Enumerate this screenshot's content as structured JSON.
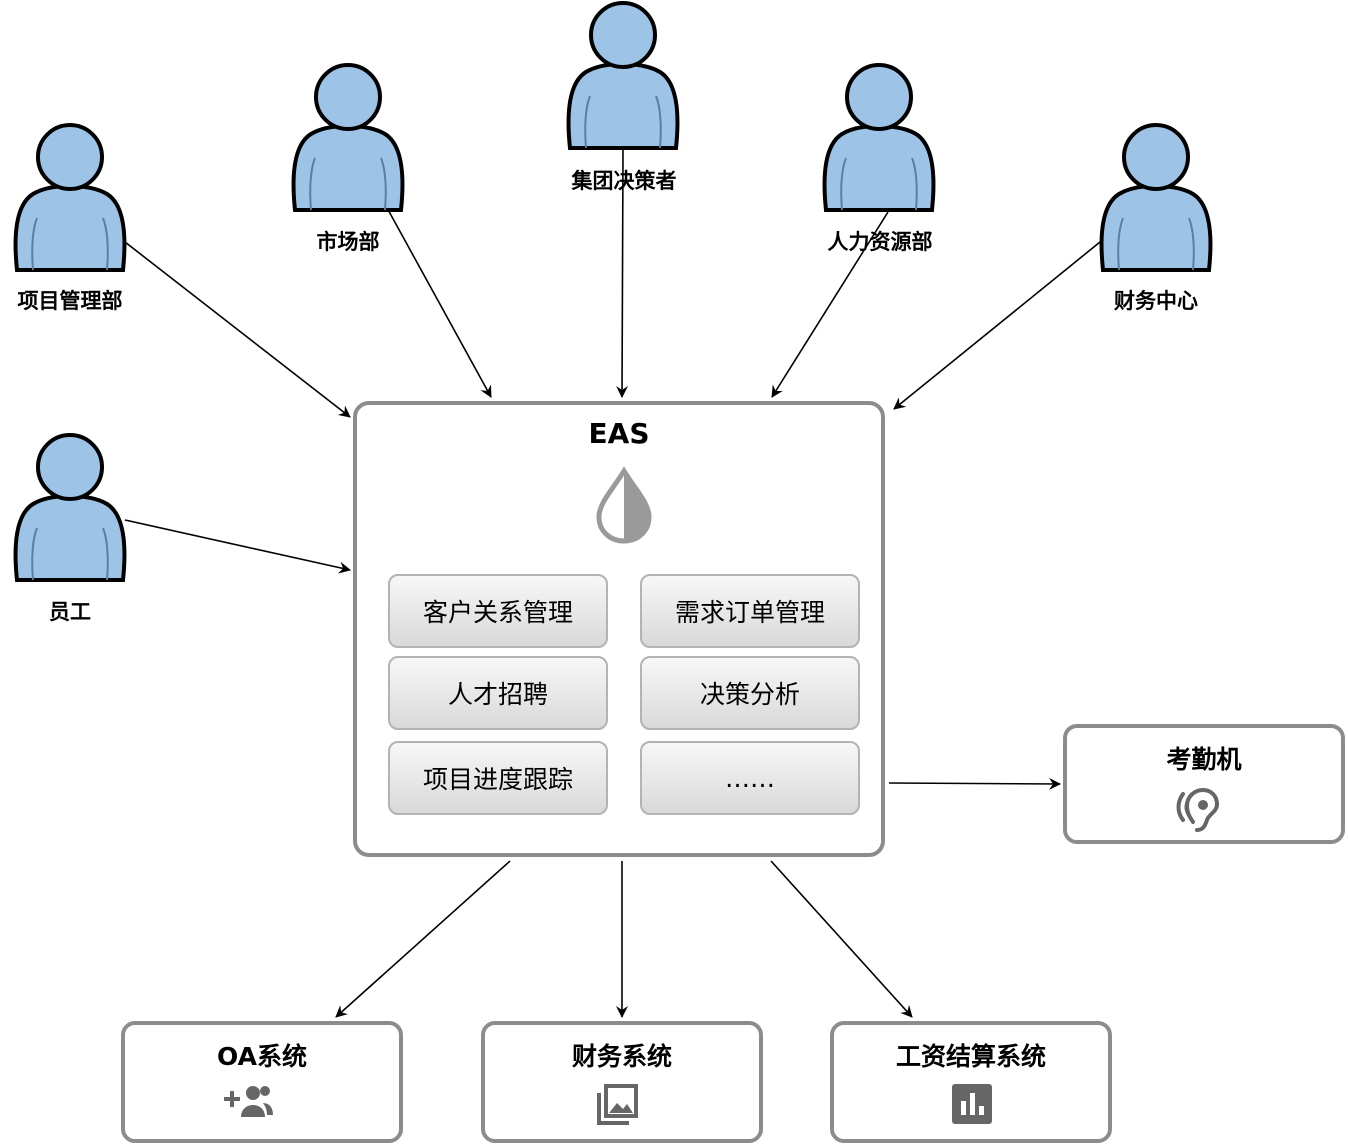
{
  "actors": [
    {
      "id": "project-mgmt",
      "label": "项目管理部"
    },
    {
      "id": "market",
      "label": "市场部"
    },
    {
      "id": "group-decision",
      "label": "集团决策者"
    },
    {
      "id": "hr",
      "label": "人力资源部"
    },
    {
      "id": "finance-center",
      "label": "财务中心"
    },
    {
      "id": "employee",
      "label": "员工"
    }
  ],
  "eas": {
    "title": "EAS",
    "icon": "water-drop-icon",
    "modules": [
      "客户关系管理",
      "需求订单管理",
      "人才招聘",
      "决策分析",
      "项目进度跟踪",
      "……"
    ]
  },
  "systems": {
    "attendance": {
      "title": "考勤机",
      "icon": "ear-icon"
    },
    "oa": {
      "title": "OA系统",
      "icon": "add-group-icon"
    },
    "finance": {
      "title": "财务系统",
      "icon": "photo-library-icon"
    },
    "salary": {
      "title": "工资结算系统",
      "icon": "bar-chart-icon"
    }
  },
  "colors": {
    "actor_fill": "#9dc3e6",
    "box_border": "#8c8c8c",
    "icon_gray": "#666666"
  }
}
